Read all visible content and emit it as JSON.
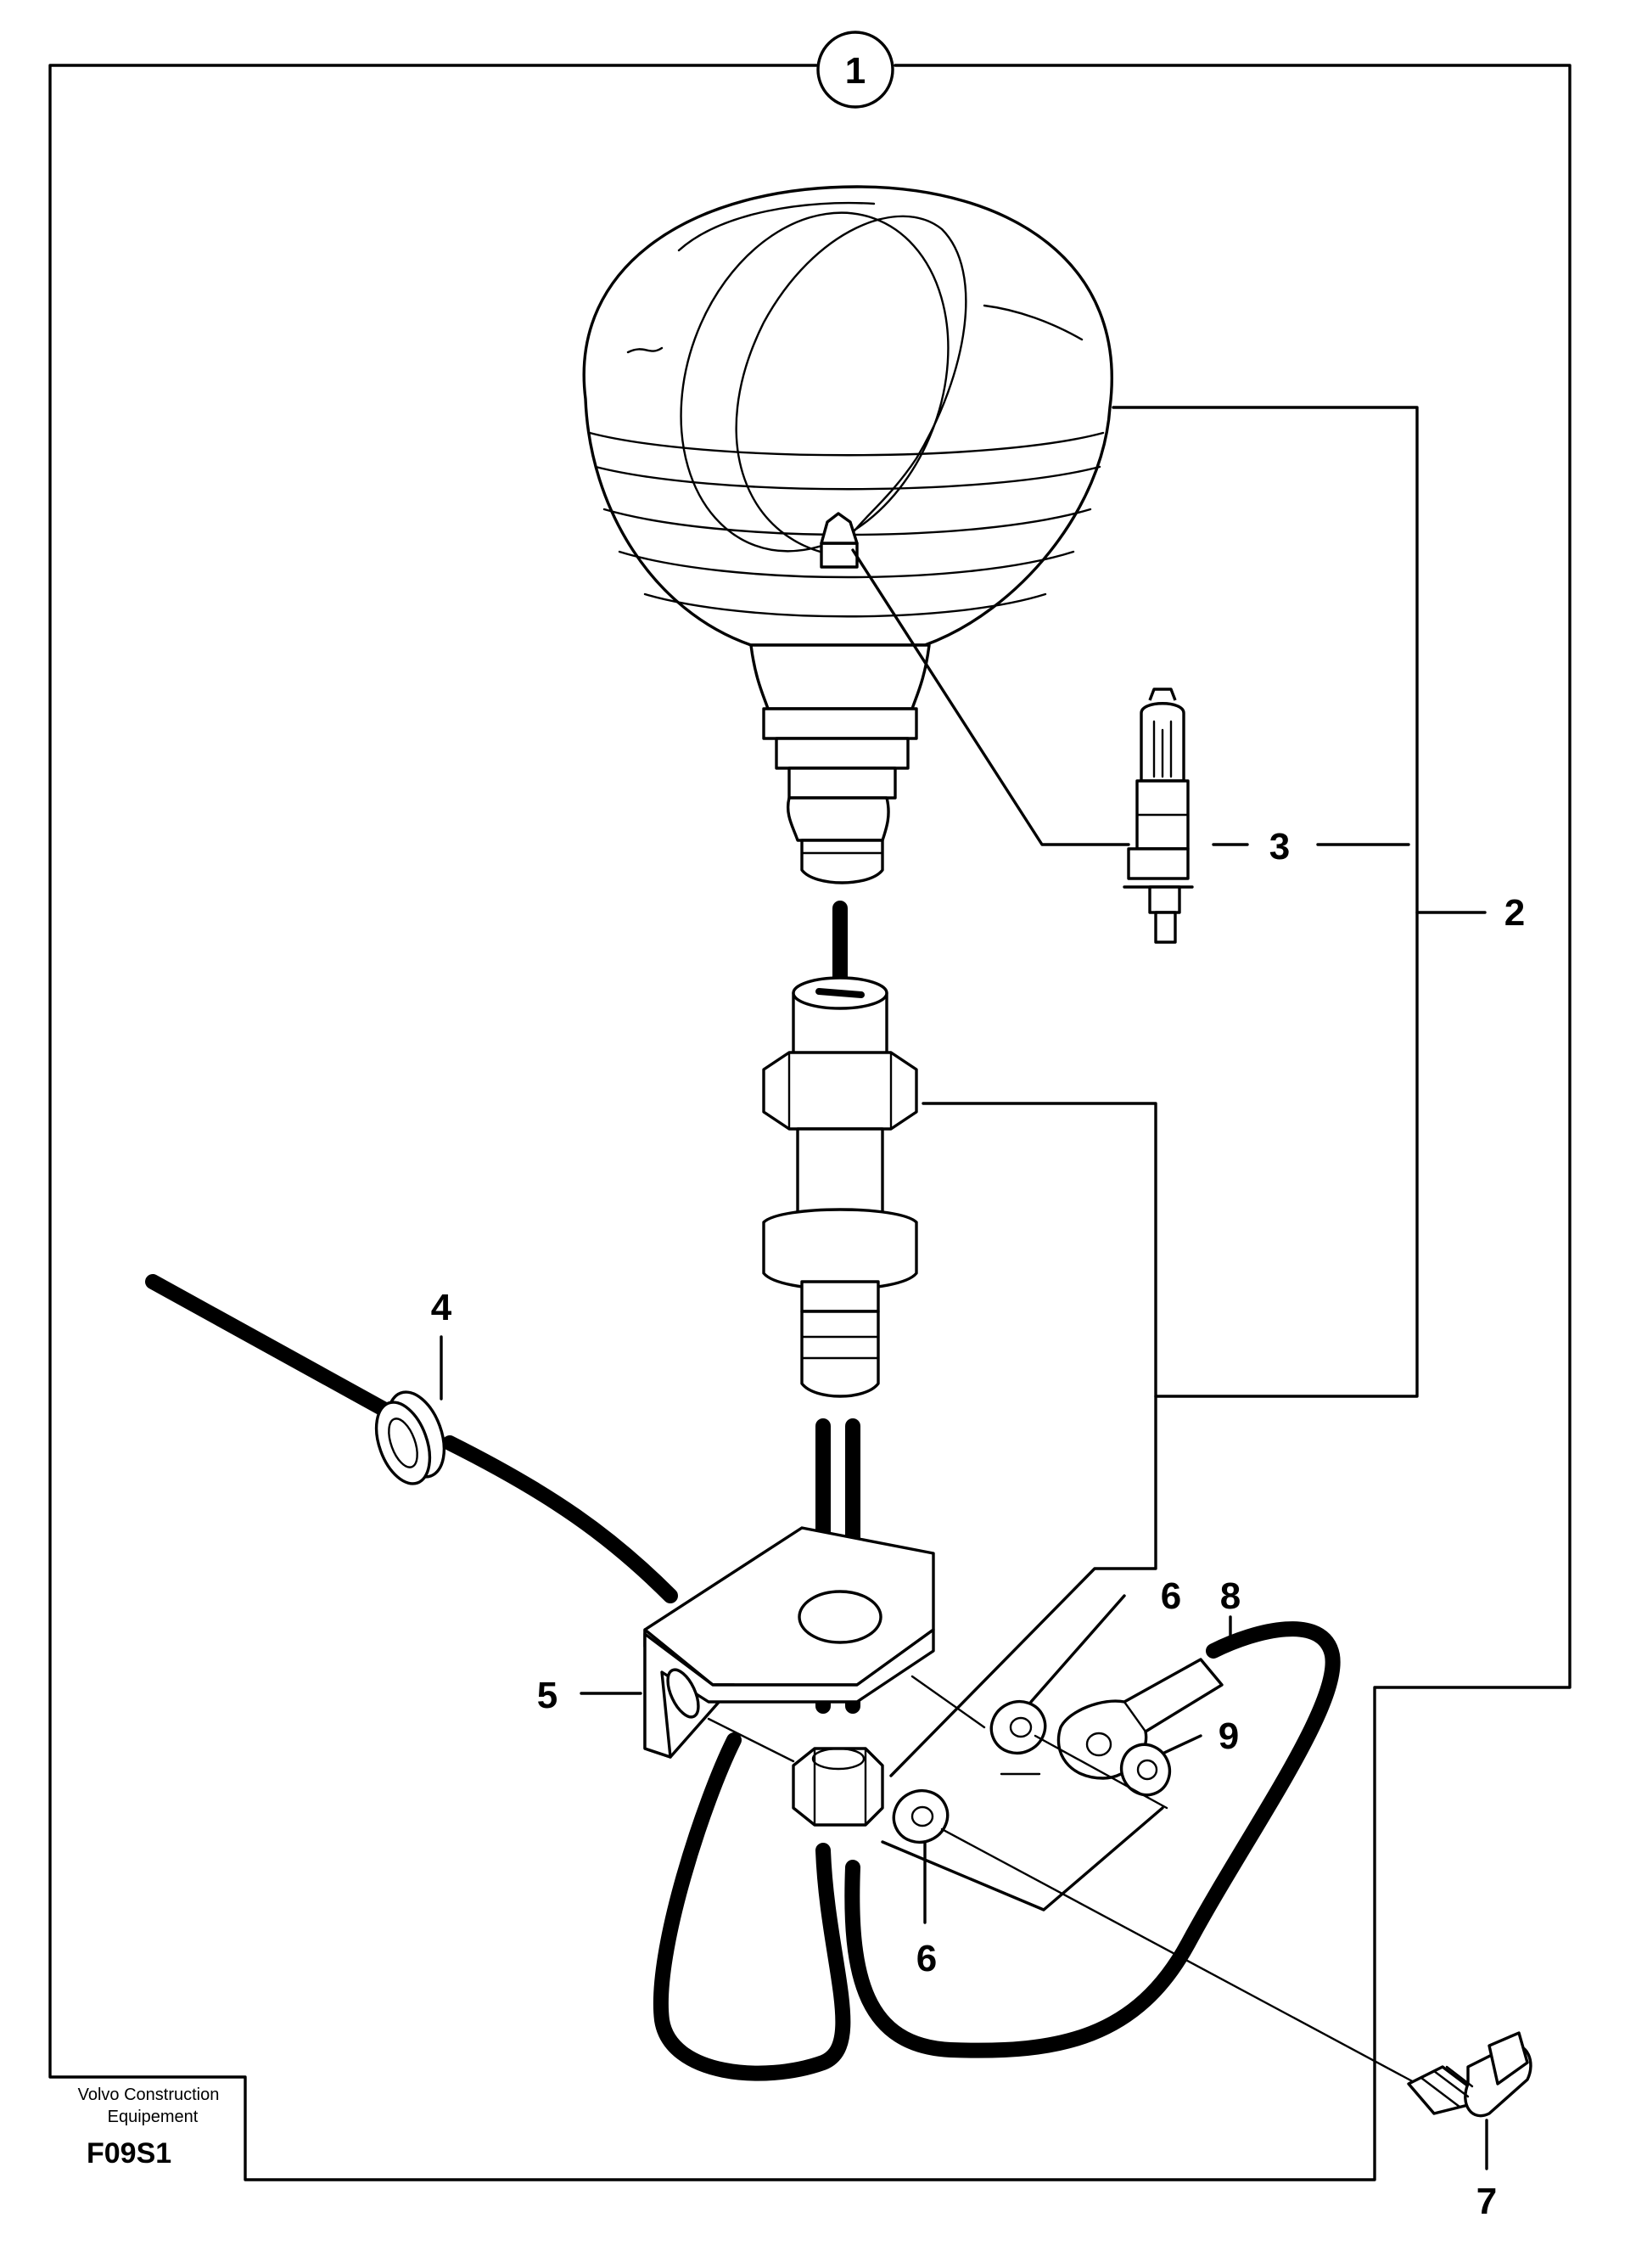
{
  "callouts": {
    "assembly": "1",
    "lamp_assembly": "2",
    "bulb": "3",
    "grommet": "4",
    "bracket": "5",
    "washer_upper": "6",
    "washer_lower": "6",
    "screw": "7",
    "ground_cable": "8",
    "lock_washer": "9"
  },
  "footer": {
    "brand_line1": "Volvo Construction",
    "brand_line2": "Equipement",
    "figure_code": "F09S1"
  }
}
